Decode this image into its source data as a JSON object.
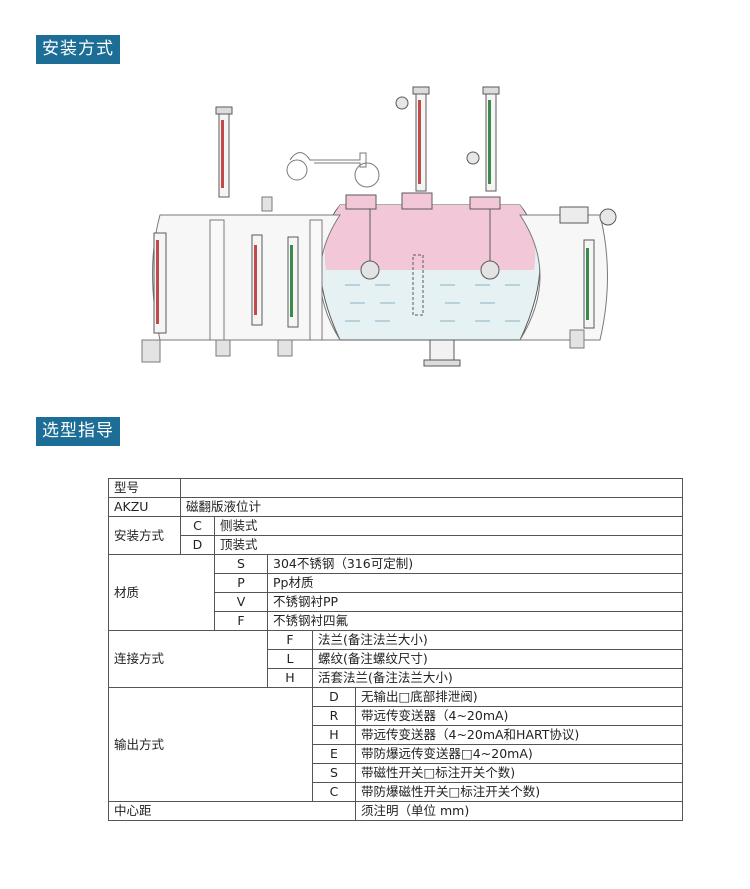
{
  "sections": {
    "install_title": "安装方式",
    "select_title": "选型指导"
  },
  "table": {
    "header_model": "型号",
    "product_code": "AKZU",
    "product_name": "磁翻版液位计",
    "install": {
      "label": "安装方式",
      "options": [
        {
          "code": "C",
          "desc": "侧装式"
        },
        {
          "code": "D",
          "desc": "顶装式"
        }
      ]
    },
    "material": {
      "label": "材质",
      "options": [
        {
          "code": "S",
          "desc": "304不锈钢（316可定制)"
        },
        {
          "code": "P",
          "desc": "Pp材质"
        },
        {
          "code": "V",
          "desc": "不锈钢衬PP"
        },
        {
          "code": "F",
          "desc": "不锈钢衬四氟"
        }
      ]
    },
    "connection": {
      "label": "连接方式",
      "options": [
        {
          "code": "F",
          "desc": "法兰(备注法兰大小)"
        },
        {
          "code": "L",
          "desc": "螺纹(备注螺纹尺寸)"
        },
        {
          "code": "H",
          "desc": "活套法兰(备注法兰大小)"
        }
      ]
    },
    "output": {
      "label": "输出方式",
      "options": [
        {
          "code": "D",
          "desc": "无输出□底部排泄阀)"
        },
        {
          "code": "R",
          "desc": "带远传变送器（4~20mA)"
        },
        {
          "code": "H",
          "desc": "带远传变送器（4~20mA和HART协议)"
        },
        {
          "code": "E",
          "desc": "带防爆远传变送器□4~20mA)"
        },
        {
          "code": "S",
          "desc": "带磁性开关□标注开关个数)"
        },
        {
          "code": "C",
          "desc": "带防爆磁性开关□标注开关个数)"
        }
      ]
    },
    "center": {
      "label": "中心距",
      "desc": "须注明（单位 mm)"
    }
  },
  "colors": {
    "tag_bg": "#1d6e96",
    "liquid_pink": "#f2c7d8",
    "liquid_water": "#e6f1f4",
    "line": "#5a5a5a"
  }
}
